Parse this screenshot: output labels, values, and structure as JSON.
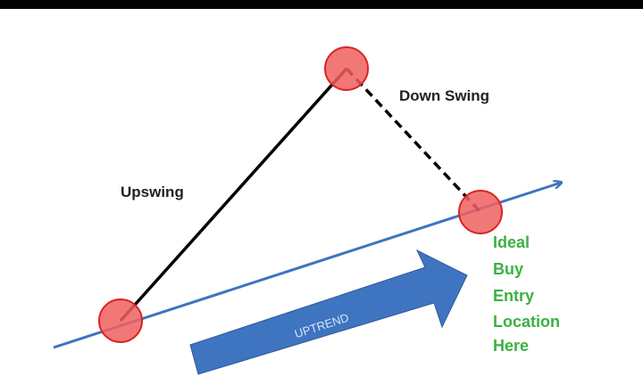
{
  "labels": {
    "upswing": "Upswing",
    "down_swing": "Down Swing",
    "uptrend": "UPTREND",
    "entry_lines": [
      "Ideal",
      "Buy",
      "Entry",
      "Location",
      "Here"
    ]
  },
  "colors": {
    "trendline": "#3f74c0",
    "arrow": "#3f74c0",
    "point": "#f06060",
    "point_stroke": "#d22",
    "entry_text": "#3cb043"
  }
}
